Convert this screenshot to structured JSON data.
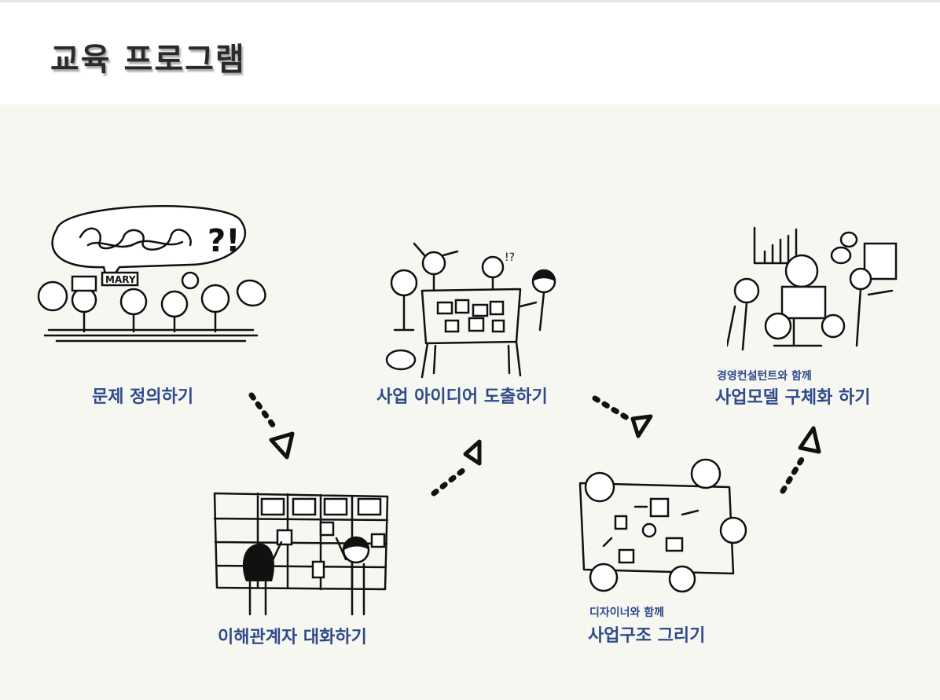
{
  "header": {
    "title": "교육 프로그램"
  },
  "steps": [
    {
      "title": "문제 정의하기"
    },
    {
      "title": "이해관계자 대화하기"
    },
    {
      "title": "사업 아이디어 도출하기"
    },
    {
      "title": "사업구조 그리기",
      "subtitle": "디자이너와 함께"
    },
    {
      "title": "사업모델 구체화 하기",
      "subtitle": "경영컨설턴트와 함께"
    }
  ],
  "colors": {
    "label": "#2f4a8a",
    "background": "#f7f7f2",
    "title": "#2a2a2a"
  }
}
